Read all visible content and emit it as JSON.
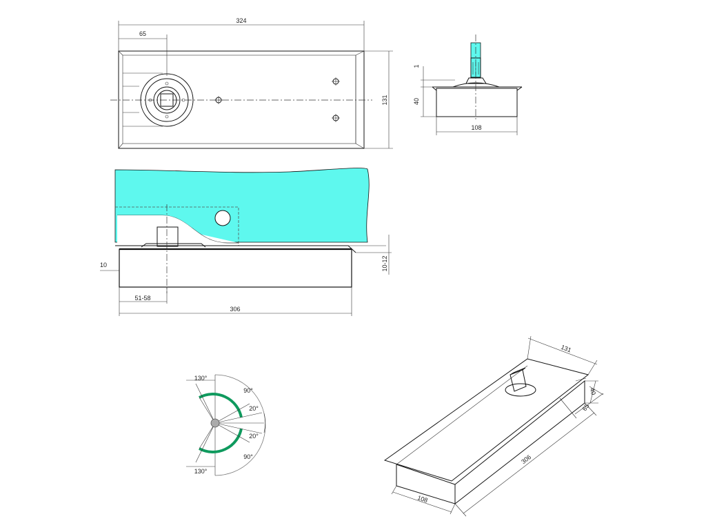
{
  "top_view": {
    "length": "324",
    "spindle_offset": "65",
    "width": "131"
  },
  "end_view": {
    "height": "40",
    "spindle_height": "1",
    "width": "108"
  },
  "side_view": {
    "edge_offset": "10",
    "spindle_position": "51-58",
    "length": "306",
    "floor_gap": "10-12"
  },
  "swing_diagram": {
    "angles": [
      "130°",
      "90°",
      "20°",
      "20°",
      "90°",
      "130°"
    ]
  },
  "iso_view": {
    "width": "131",
    "height": "40",
    "spindle_offset": "65",
    "length": "306",
    "end_width": "108"
  },
  "colors": {
    "glass": "#5ef8ee",
    "swing_arc": "#0f9a5e",
    "line": "#111111"
  }
}
